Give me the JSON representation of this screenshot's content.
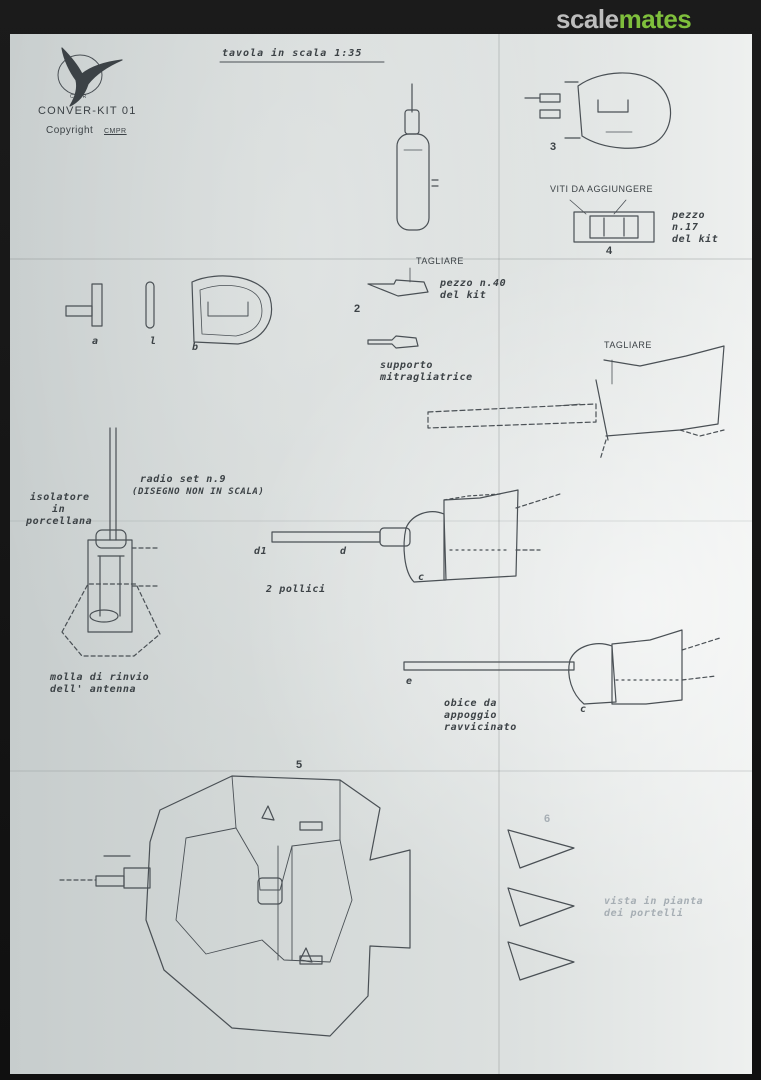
{
  "watermark": {
    "brand_a": "scale",
    "brand_b": "mates"
  },
  "header": {
    "logo_text": "CMPR",
    "kit_name": "CONVER-KIT 01",
    "copyright_label": "Copyright",
    "copyright_owner": "CMPR",
    "scale_title": "tavola in scala 1:35"
  },
  "labels": {
    "tagliare_1": "TAGLIARE",
    "pezzo_40": [
      "pezzo n.40",
      "del kit"
    ],
    "supporto": [
      "supporto",
      "mitragliatrice"
    ],
    "viti": "VITI DA AGGIUNGERE",
    "pezzo_17": [
      "pezzo",
      "n.17",
      "del kit"
    ],
    "tagliare_2": "TAGLIARE",
    "radio": [
      "radio set n.9",
      "(DISEGNO NON IN SCALA)"
    ],
    "isolatore": [
      "isolatore",
      "in",
      "porcellana"
    ],
    "molla": [
      "molla di rinvio",
      "dell' antenna"
    ],
    "pollici": "2 pollici",
    "obice": [
      "obice da",
      "appoggio",
      "ravvicinato"
    ],
    "vista": [
      "vista in pianta",
      "dei portelli"
    ]
  },
  "part_letters": {
    "a": "a",
    "l": "l",
    "b": "b",
    "d1": "d1",
    "d": "d",
    "c1": "c",
    "e": "e",
    "c2": "c"
  },
  "figure_numbers": {
    "n2": "2",
    "n3": "3",
    "n4": "4",
    "n5": "5",
    "n6": "6"
  }
}
